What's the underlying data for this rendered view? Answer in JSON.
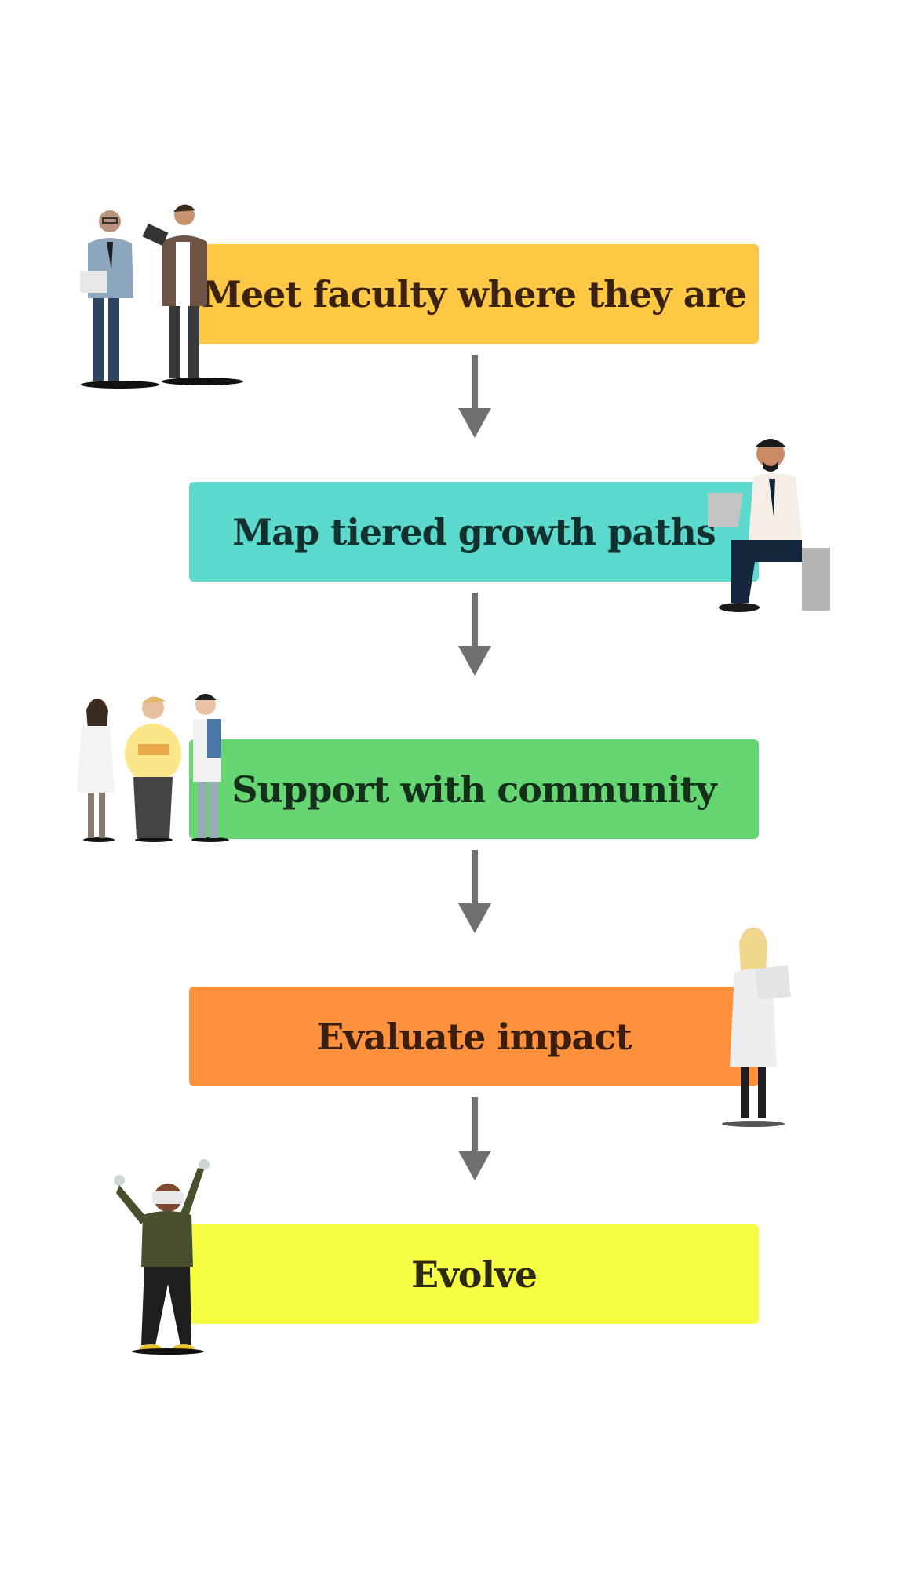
{
  "steps": [
    {
      "label": "Meet faculty where they are",
      "color": "#FEC744",
      "text_color": "#3A220E",
      "illustration": "two-men-talking-icon"
    },
    {
      "label": "Map tiered growth paths",
      "color": "#5AD9CC",
      "text_color": "#12302E",
      "illustration": "man-with-laptop-icon"
    },
    {
      "label": "Support with community",
      "color": "#66D673",
      "text_color": "#14301A",
      "illustration": "group-of-three-icon"
    },
    {
      "label": "Evaluate impact",
      "color": "#FF913D",
      "text_color": "#3D1E0A",
      "illustration": "woman-with-laptop-icon"
    },
    {
      "label": "Evolve",
      "color": "#F7FF42",
      "text_color": "#2C2A0A",
      "illustration": "person-vr-headset-icon"
    }
  ],
  "arrow_color": "#707070"
}
